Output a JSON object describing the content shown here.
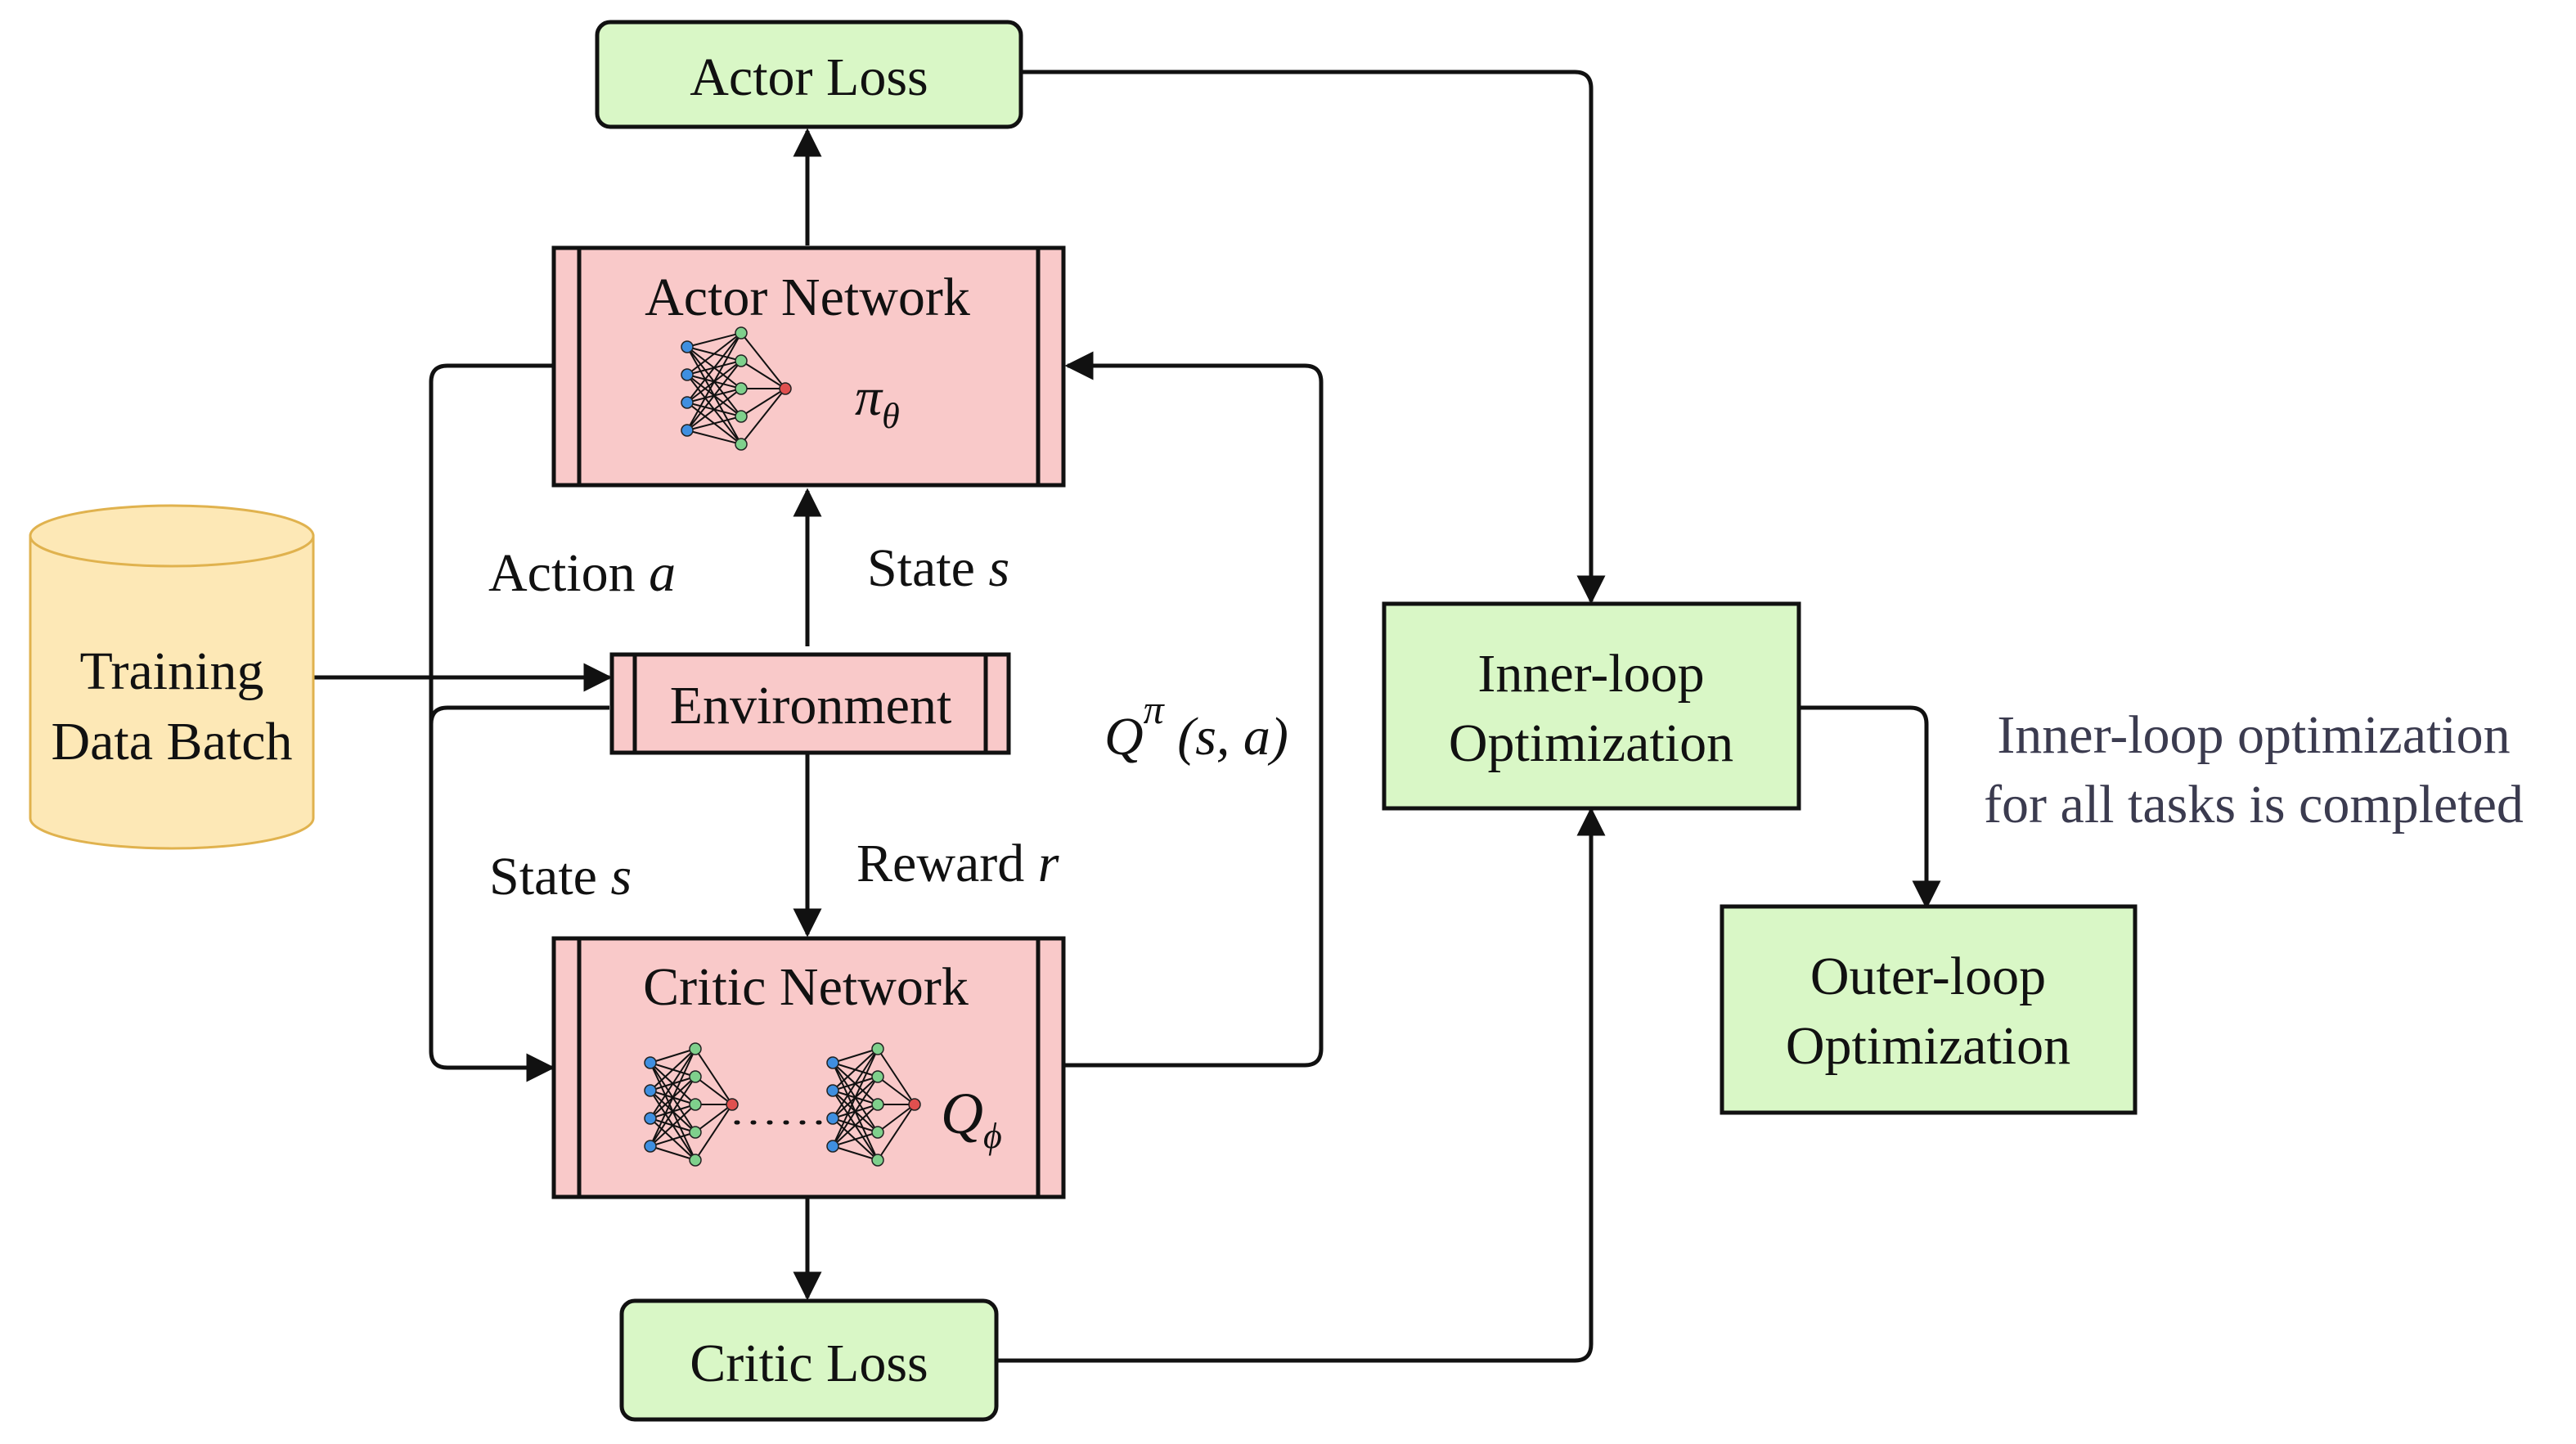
{
  "actor_loss": "Actor Loss",
  "actor_network": "Actor Network",
  "actor_symbol_base": "π",
  "actor_symbol_sub": "θ",
  "environment": "Environment",
  "critic_network": "Critic Network",
  "critic_symbol_base": "Q",
  "critic_symbol_sub": "ϕ",
  "critic_loss": "Critic Loss",
  "training_data": {
    "line1": "Training",
    "line2": "Data Batch"
  },
  "action_label": {
    "text": "Action ",
    "var": "a"
  },
  "state_label_top": {
    "text": "State ",
    "var": "s"
  },
  "state_label_bottom": {
    "text": "State ",
    "var": "s"
  },
  "reward_label": {
    "text": "Reward ",
    "var": "r"
  },
  "q_label": {
    "base": "Q",
    "sup": "π",
    "args": " (s, a)"
  },
  "inner_loop": {
    "line1": "Inner-loop",
    "line2": "Optimization"
  },
  "outer_loop": {
    "line1": "Outer-loop",
    "line2": "Optimization"
  },
  "completion_note": {
    "line1": "Inner-loop optimization",
    "line2": "for all tasks is completed"
  },
  "colors": {
    "loss_fill": "#d9f7c6",
    "network_fill": "#f9c9c9",
    "cylinder_fill": "#fde8b6",
    "cylinder_stroke": "#e0b24e",
    "opt_fill": "#d9f7c6",
    "node_blue": "#3f8fe0",
    "node_green": "#7fd08c",
    "node_red": "#e0504f"
  }
}
